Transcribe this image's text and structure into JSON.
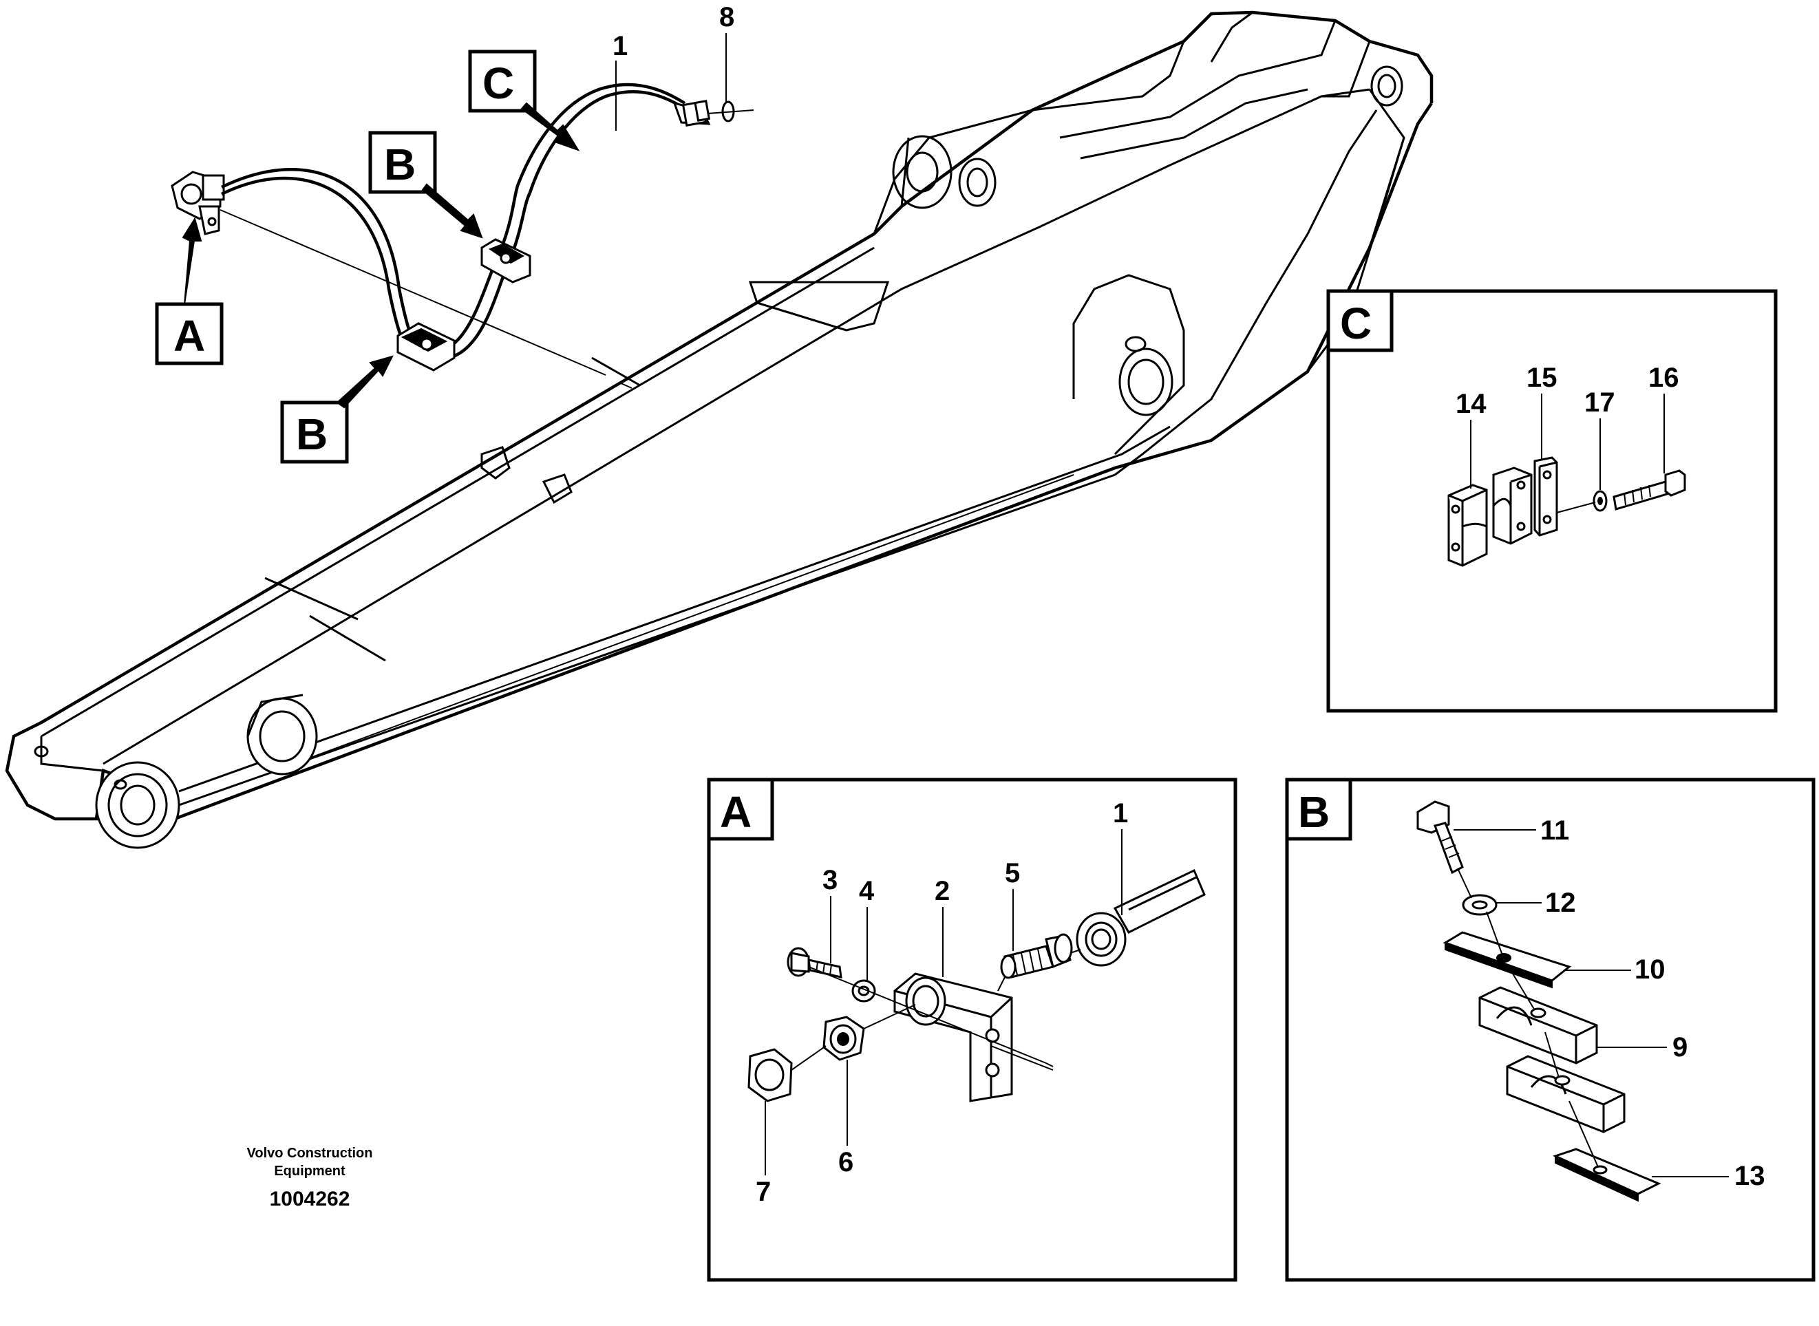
{
  "diagram": {
    "callouts": [
      "A",
      "B",
      "B",
      "C"
    ],
    "detail_panels": {
      "A": {
        "title": "A",
        "parts": [
          "1",
          "2",
          "3",
          "4",
          "5",
          "6",
          "7"
        ]
      },
      "B": {
        "title": "B",
        "parts": [
          "9",
          "10",
          "11",
          "12",
          "13"
        ]
      },
      "C": {
        "title": "C",
        "parts": [
          "14",
          "15",
          "16",
          "17"
        ]
      }
    },
    "main_labels": [
      "1",
      "8"
    ],
    "credit": {
      "line1": "Volvo Construction",
      "line2": "Equipment",
      "code": "1004262"
    }
  }
}
